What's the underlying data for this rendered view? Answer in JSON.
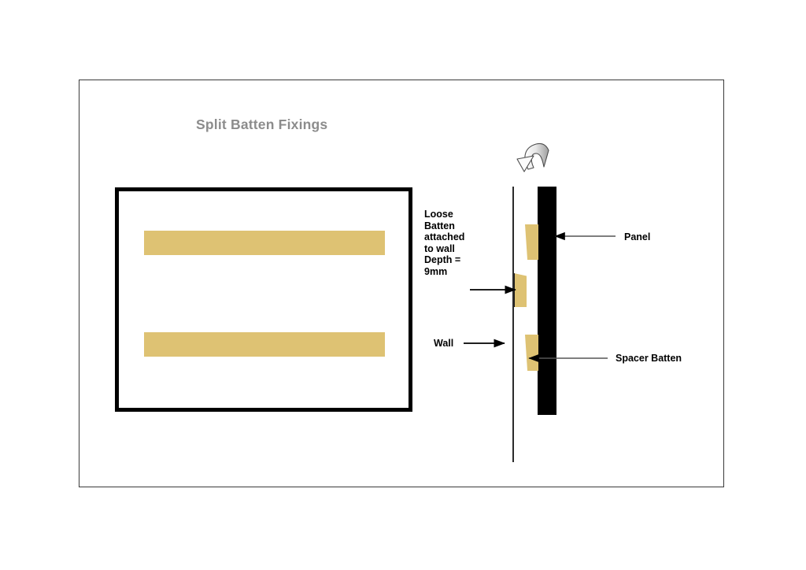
{
  "diagram": {
    "title": "Split Batten Fixings",
    "title_color": "#8c8c8c",
    "background_color": "#ffffff",
    "frame_border_color": "#3a3a3a",
    "batten_color": "#dec273",
    "panel_color": "#000000",
    "wall_line_color": "#2b2b2b",
    "arrow_color": "#000000",
    "leader_line_color": "#555555"
  },
  "elevation_view": {
    "name": "wall-elevation-view",
    "battens": [
      {
        "id": "upper-batten",
        "label": "upper batten"
      },
      {
        "id": "lower-batten",
        "label": "lower batten"
      }
    ]
  },
  "section_view": {
    "name": "wall-section-view",
    "rotation_arrow": "curved-rotation-arrow",
    "elements": [
      {
        "id": "wall-line",
        "label": "Wall"
      },
      {
        "id": "panel-board",
        "label": "Panel"
      },
      {
        "id": "batten-top",
        "label": "spacer batten top"
      },
      {
        "id": "batten-mid",
        "label": "loose batten on wall"
      },
      {
        "id": "batten-bottom",
        "label": "spacer batten bottom"
      }
    ]
  },
  "labels": {
    "loose_batten": "Loose\nBatten\nattached\nto wall\nDepth =\n9mm",
    "wall": "Wall",
    "panel": "Panel",
    "spacer_batten": "Spacer Batten"
  }
}
